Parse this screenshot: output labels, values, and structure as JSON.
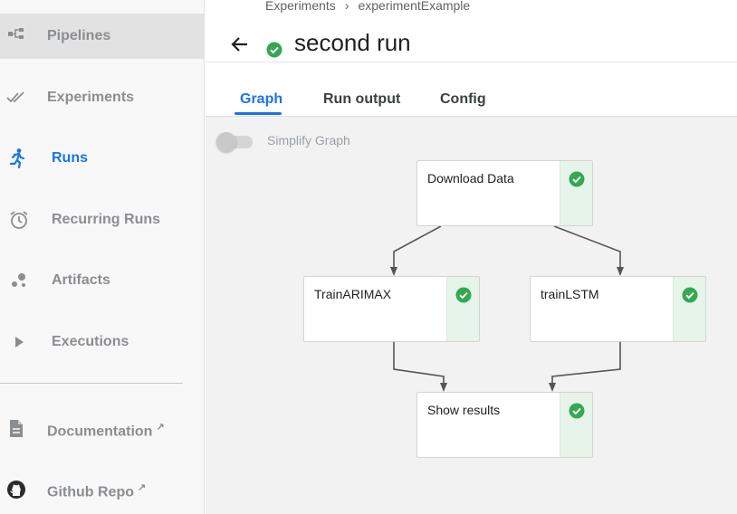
{
  "sidebar": {
    "items": [
      {
        "label": "Pipelines",
        "icon": "pipelines-icon"
      },
      {
        "label": "Experiments",
        "icon": "experiments-icon"
      },
      {
        "label": "Runs",
        "icon": "runs-icon"
      },
      {
        "label": "Recurring Runs",
        "icon": "alarm-clock-icon"
      },
      {
        "label": "Artifacts",
        "icon": "artifacts-icon"
      },
      {
        "label": "Executions",
        "icon": "play-icon"
      },
      {
        "label": "Documentation",
        "icon": "document-icon"
      },
      {
        "label": "Github Repo",
        "icon": "github-icon"
      }
    ]
  },
  "breadcrumb": {
    "items": [
      "Experiments",
      "experimentExample"
    ],
    "separator": "›"
  },
  "run": {
    "title": "second run",
    "status": "success"
  },
  "tabs": {
    "items": [
      "Graph",
      "Run output",
      "Config"
    ],
    "active": "Graph"
  },
  "graph": {
    "simplify_label": "Simplify Graph",
    "simplify_enabled": false,
    "nodes": [
      {
        "label": "Download Data",
        "status": "success"
      },
      {
        "label": "TrainARIMAX",
        "status": "success"
      },
      {
        "label": "trainLSTM",
        "status": "success"
      },
      {
        "label": "Show results",
        "status": "success"
      }
    ],
    "edges": [
      [
        "Download Data",
        "TrainARIMAX"
      ],
      [
        "Download Data",
        "trainLSTM"
      ],
      [
        "TrainARIMAX",
        "Show results"
      ],
      [
        "trainLSTM",
        "Show results"
      ]
    ]
  },
  "colors": {
    "accent": "#1a73e8",
    "success": "#34a853",
    "success_bg": "#e6f4ea"
  }
}
